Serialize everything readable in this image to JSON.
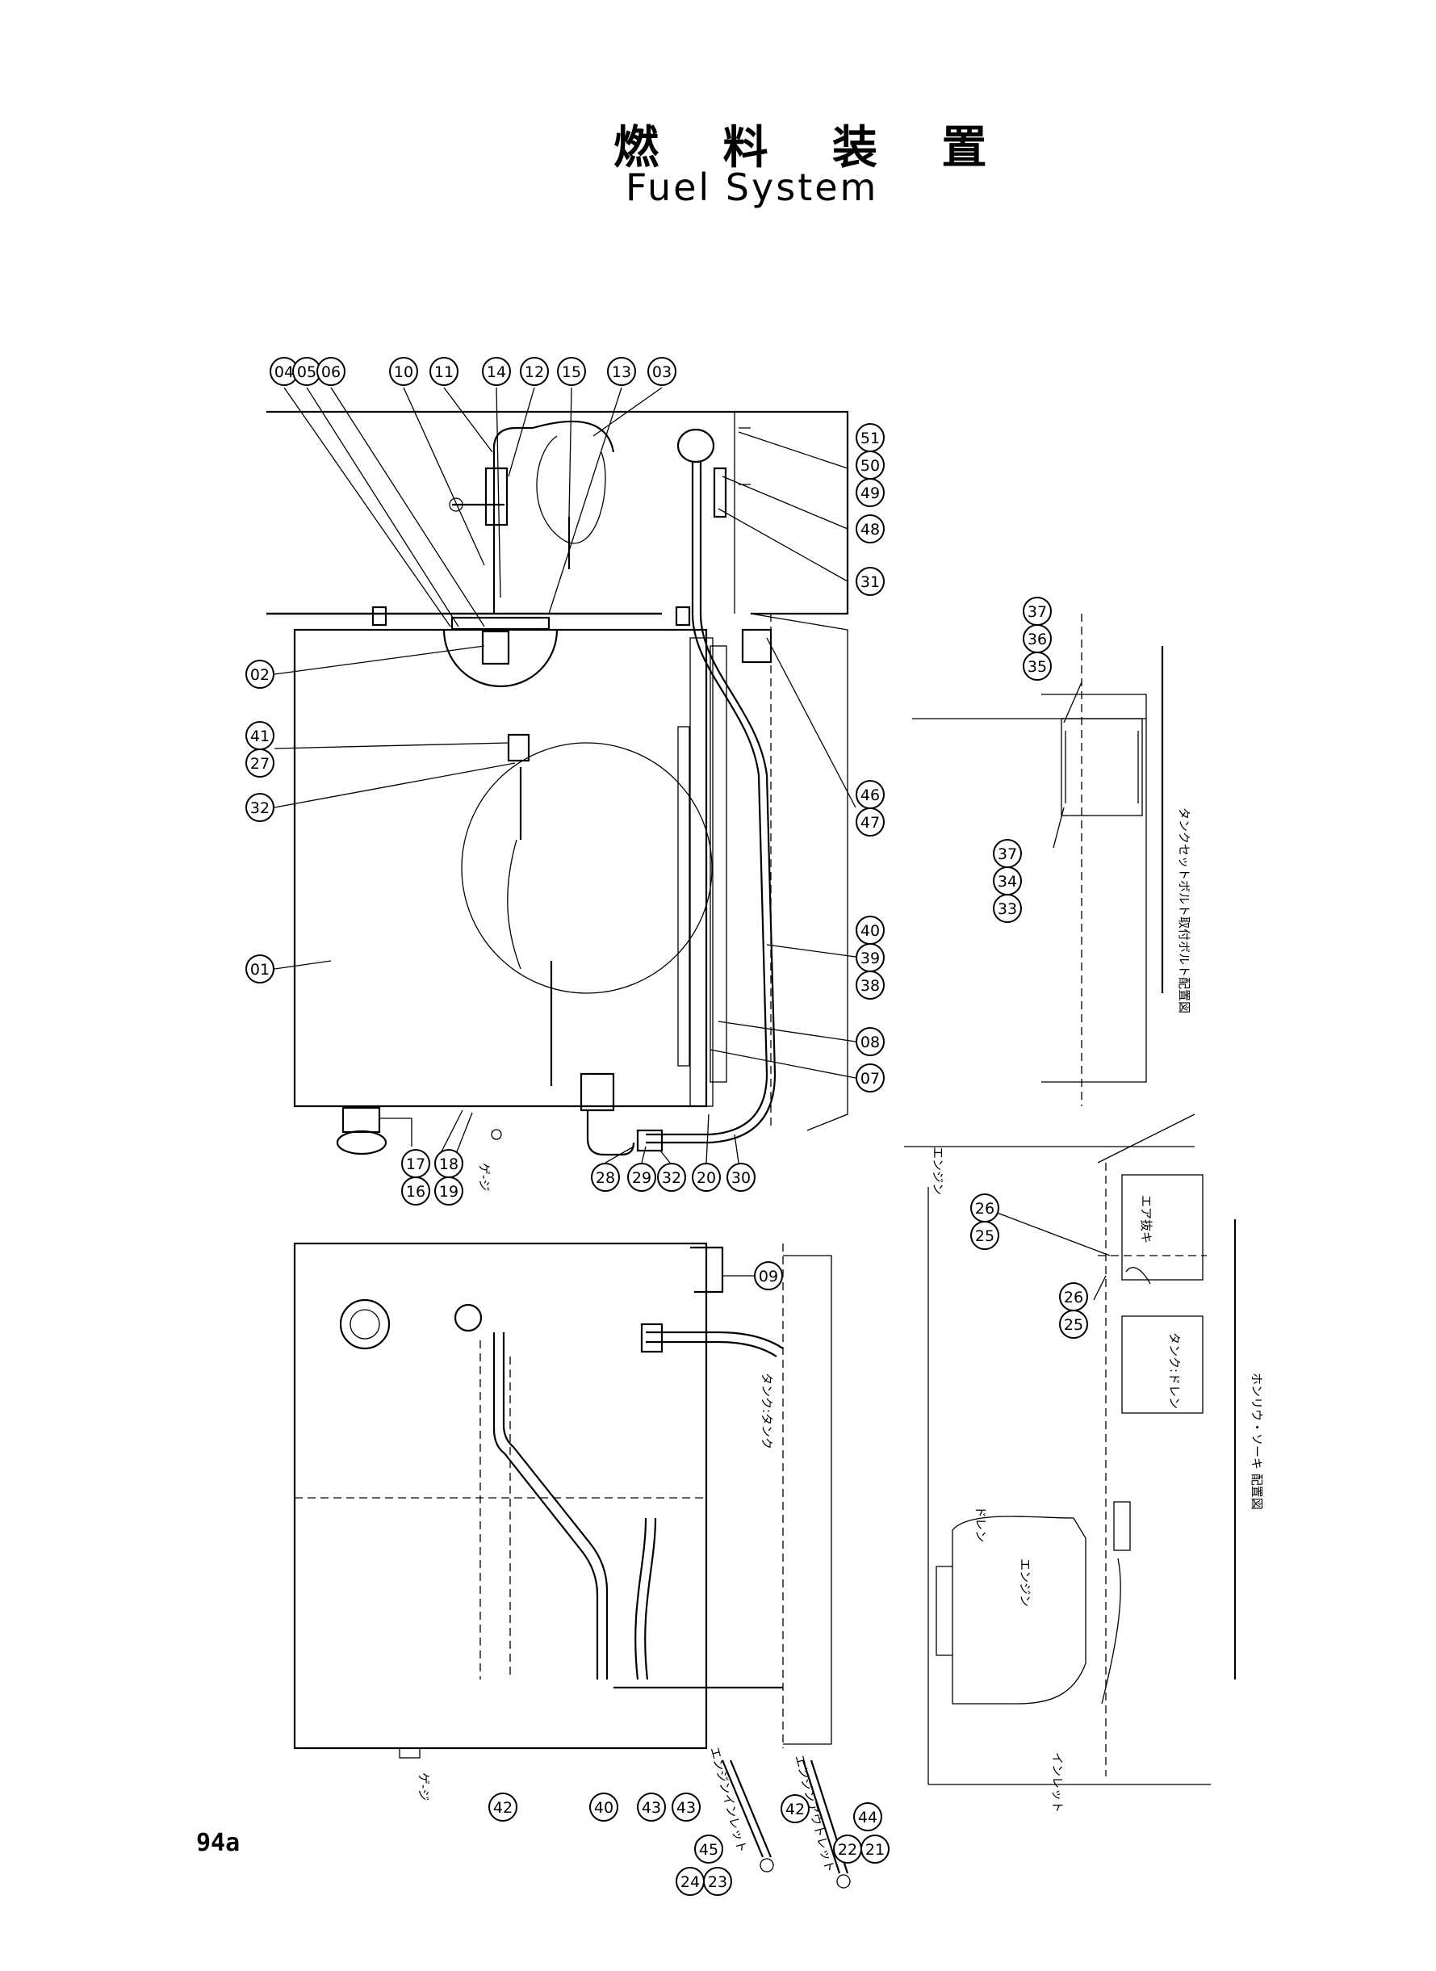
{
  "title": {
    "japanese": "燃 料 装 置",
    "english": "Fuel System"
  },
  "page_number": "94a",
  "callouts": {
    "top_row": [
      "04",
      "05",
      "06",
      "10",
      "11",
      "14",
      "12",
      "15",
      "13",
      "03"
    ],
    "c_49_50_51": [
      "49",
      "50",
      "51"
    ],
    "c_48": "48",
    "c_31": "31",
    "c_02": "02",
    "c_27_41": [
      "27",
      "41"
    ],
    "c_32a": "32",
    "c_01": "01",
    "c_47_46": [
      "47",
      "46"
    ],
    "c_38_39_40": [
      "38",
      "39",
      "40"
    ],
    "c_08": "08",
    "c_07": "07",
    "c_16_17": [
      "16",
      "17"
    ],
    "c_19_18": [
      "19",
      "18"
    ],
    "c_28": "28",
    "c_29": "29",
    "c_32b": "32",
    "c_20": "20",
    "c_30": "30",
    "c_09": "09",
    "c_42a": "42",
    "c_40b": "40",
    "c_43a": "43",
    "c_43b": "43",
    "c_45_24_23": [
      "45",
      "24",
      "23"
    ],
    "c_42b": "42",
    "c_44_22_21": [
      "44",
      "22",
      "21"
    ],
    "c_35_36_37": [
      "35",
      "36",
      "37"
    ],
    "c_33_34_37": [
      "33",
      "34",
      "37"
    ],
    "c_25_26a": [
      "25",
      "26"
    ],
    "c_25_26b": [
      "25",
      "26"
    ]
  },
  "notes": {
    "gauge_a": "ゲ-ジ",
    "gauge_b": "ゲ-ジ",
    "tank_side": "タンク:タンク",
    "drain": "ドレン",
    "tank_return": "タンク:ドレン",
    "engine": "エンジン",
    "engine_side": "エンジン",
    "inlet": "インレット",
    "bolt_layout": "タンクセットボルト取付ボルト配置図",
    "piping_layout": "ホンリウ・ソーキ 配置図",
    "air_vent": "エア抜キ",
    "engine_inlet": "エンジンインレット",
    "engine_outlet": "エンジンアウトレット"
  }
}
